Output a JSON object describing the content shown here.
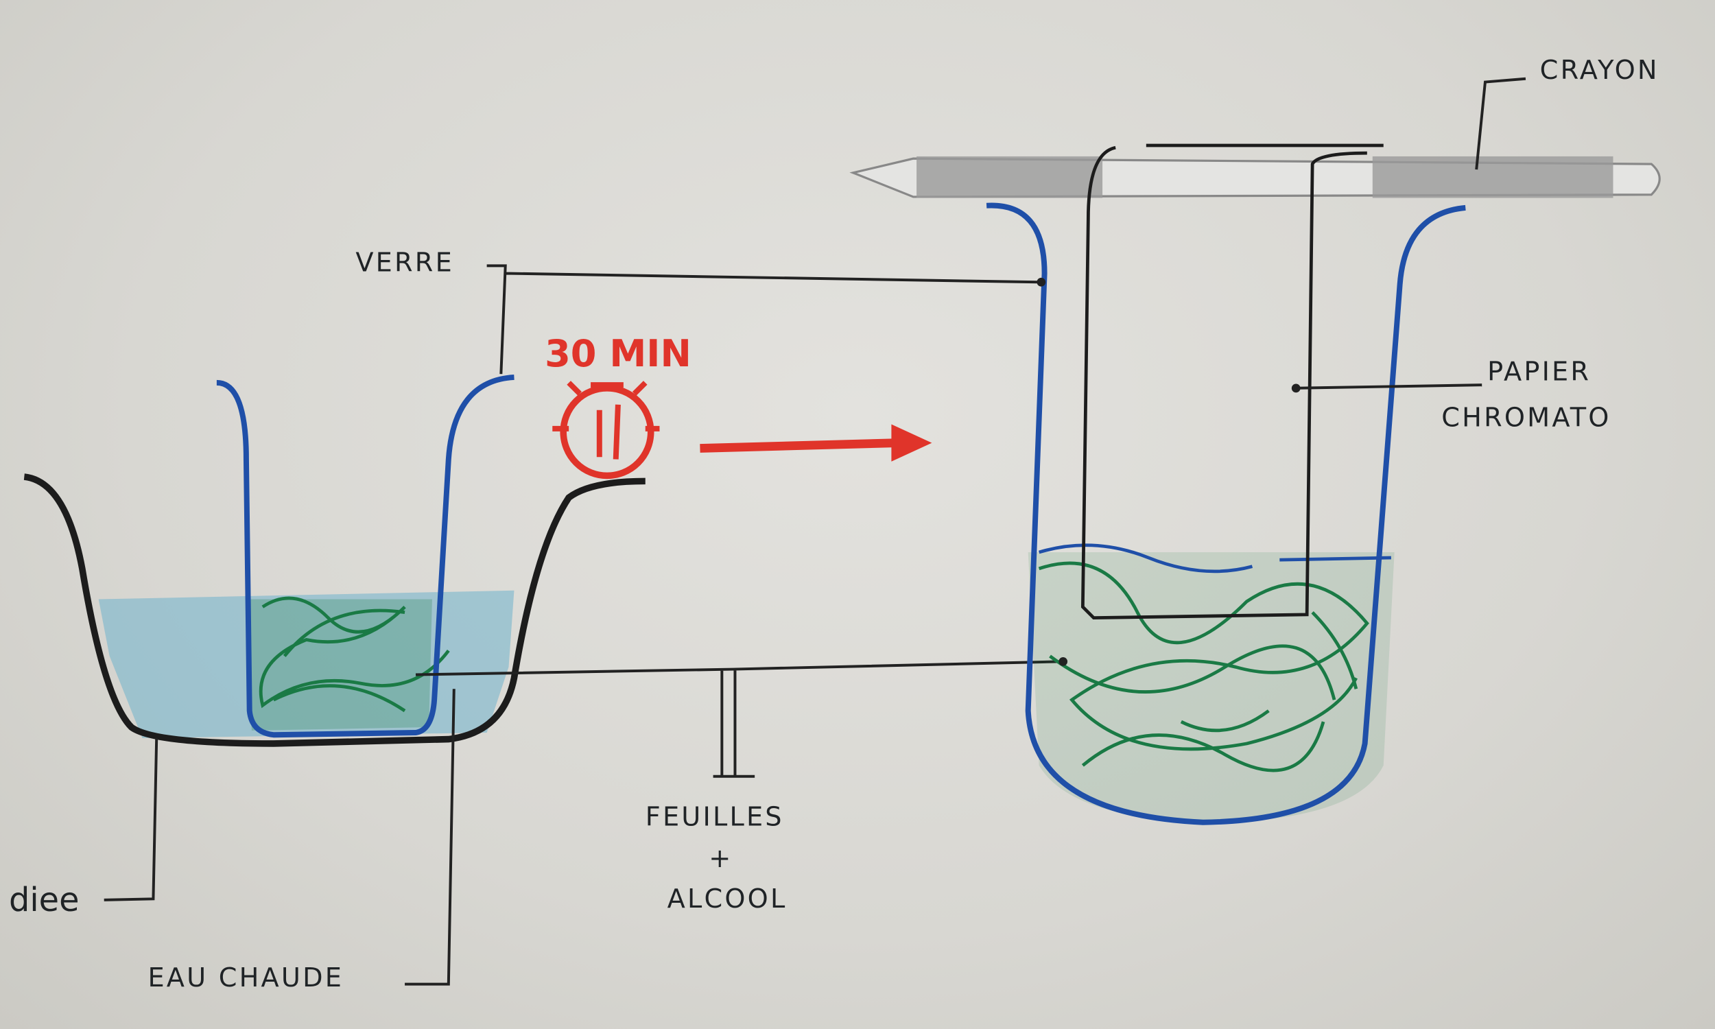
{
  "labels": {
    "verre": "VERRE",
    "time": "30 MIN",
    "crayon": "CRAYON",
    "papier": "PAPIER",
    "chromato": "CHROMATO",
    "feuilles": "FEUILLES",
    "plus": "+",
    "alcool": "ALCOOL",
    "pot": "diee",
    "eau": "EAU CHAUDE"
  },
  "colors": {
    "glass": "#1f4fa8",
    "pot": "#1c1c1c",
    "water": "#6fb3cc",
    "leaves": "#1a7a45",
    "arrow": "#e0342a",
    "pencil": "#9a9a9a"
  }
}
